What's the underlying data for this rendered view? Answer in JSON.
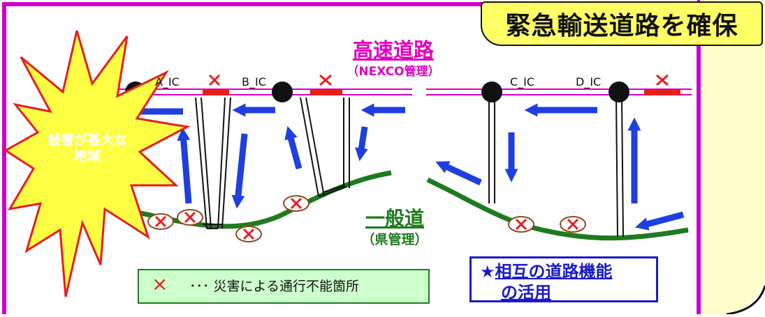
{
  "title": "緊急輸送道路を確保",
  "expressway": {
    "name": "高速道路",
    "manager": "（NEXCO管理）"
  },
  "interchanges": [
    "A_IC",
    "B_IC",
    "C_IC",
    "D_IC"
  ],
  "general_road": {
    "name": "一般道",
    "manager": "（県管理）"
  },
  "disaster_area": "被害が甚大な地域",
  "legend": {
    "symbol": "×",
    "text": "･･･ 災害による通行不能箇所"
  },
  "note": {
    "star": "★",
    "line1": "相互の道路機能",
    "line2": "の活用"
  },
  "colors": {
    "expressway": "#e000c0",
    "general_road": "#1f7a1f",
    "arrows": "#1f3fe0",
    "blocked": "#e61e1e",
    "burst": "#ffff44",
    "background": "#ffffcc",
    "title_box": "#ffff66"
  }
}
